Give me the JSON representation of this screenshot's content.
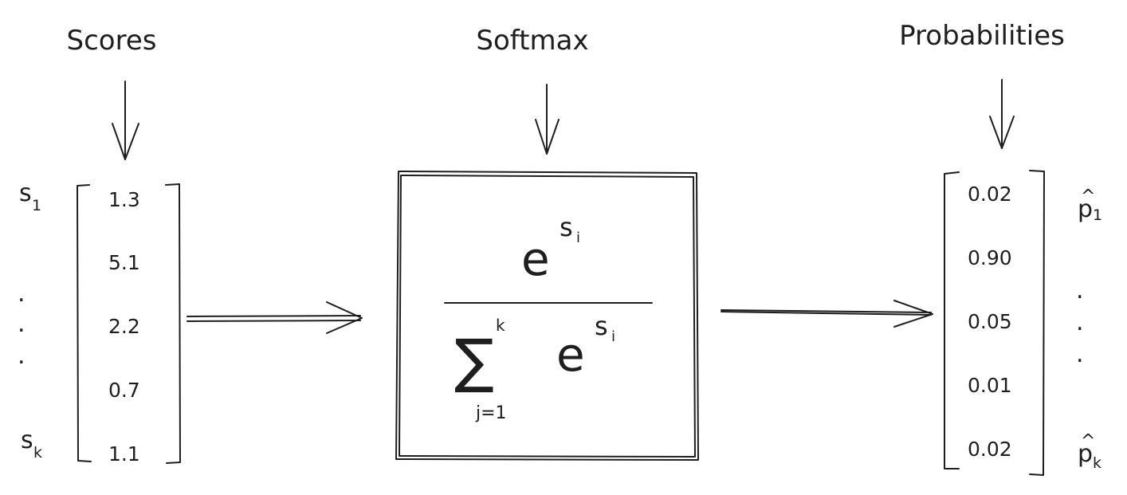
{
  "titles": {
    "scores": "Scores",
    "softmax": "Softmax",
    "probabilities": "Probabilities"
  },
  "scores": {
    "label_first": "s",
    "label_first_sub": "1",
    "label_last": "s",
    "label_last_sub": "k",
    "dots": ".",
    "values": [
      "1.3",
      "5.1",
      "2.2",
      "0.7",
      "1.1"
    ]
  },
  "formula": {
    "base": "e",
    "exponent": "s",
    "exponent_sub": "i",
    "sum_symbol": "∑",
    "sum_upper": "k",
    "sum_lower": "j=1"
  },
  "probabilities": {
    "label_first": "p",
    "label_first_hat": "^",
    "label_first_sub": "1",
    "label_last": "p",
    "label_last_hat": "^",
    "label_last_sub": "k",
    "dots": ".",
    "values": [
      "0.02",
      "0.90",
      "0.05",
      "0.01",
      "0.02"
    ]
  }
}
